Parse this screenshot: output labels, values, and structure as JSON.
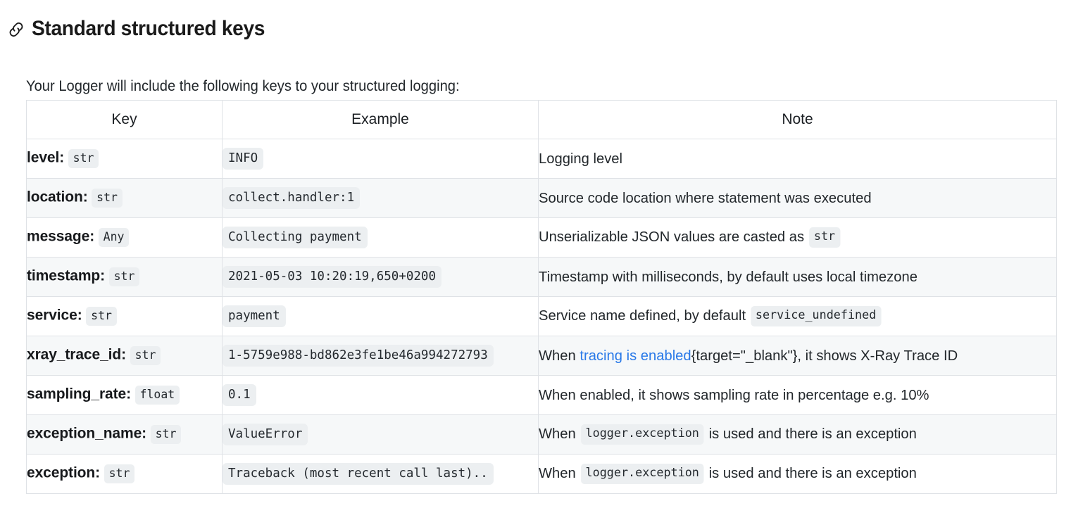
{
  "heading": {
    "icon": "anchor-link-icon",
    "title": "Standard structured keys"
  },
  "intro": "Your Logger will include the following keys to your structured logging:",
  "table": {
    "columns": [
      "Key",
      "Example",
      "Note"
    ],
    "rows": [
      {
        "key_name": "level:",
        "key_type": "str",
        "example": "INFO",
        "note_prefix": "Logging level",
        "note_code": "",
        "note_suffix": ""
      },
      {
        "key_name": "location:",
        "key_type": "str",
        "example": "collect.handler:1",
        "note_prefix": "Source code location where statement was executed",
        "note_code": "",
        "note_suffix": ""
      },
      {
        "key_name": "message:",
        "key_type": "Any",
        "example": "Collecting payment",
        "note_prefix": "Unserializable JSON values are casted as",
        "note_code": "str",
        "note_suffix": ""
      },
      {
        "key_name": "timestamp:",
        "key_type": "str",
        "example": "2021-05-03 10:20:19,650+0200",
        "note_prefix": "Timestamp with milliseconds, by default uses local timezone",
        "note_code": "",
        "note_suffix": ""
      },
      {
        "key_name": "service:",
        "key_type": "str",
        "example": "payment",
        "note_prefix": "Service name defined, by default",
        "note_code": "service_undefined",
        "note_suffix": ""
      },
      {
        "key_name": "xray_trace_id:",
        "key_type": "str",
        "example": "1-5759e988-bd862e3fe1be46a994272793",
        "note_prefix": "When ",
        "note_link": "tracing is enabled",
        "note_code": "",
        "note_suffix": "{target=\"_blank\"}, it shows X-Ray Trace ID"
      },
      {
        "key_name": "sampling_rate:",
        "key_type": "float",
        "example": "0.1",
        "note_prefix": "When enabled, it shows sampling rate in percentage e.g. 10%",
        "note_code": "",
        "note_suffix": ""
      },
      {
        "key_name": "exception_name:",
        "key_type": "str",
        "example": "ValueError",
        "note_prefix": "When",
        "note_code": "logger.exception",
        "note_suffix": "is used and there is an exception"
      },
      {
        "key_name": "exception:",
        "key_type": "str",
        "example": "Traceback (most recent call last)..",
        "note_prefix": "When",
        "note_code": "logger.exception",
        "note_suffix": "is used and there is an exception"
      }
    ]
  },
  "colors": {
    "link": "#2979e8",
    "code_bg": "#eceff1",
    "row_stripe": "#f6f8f9",
    "border": "#dfe2e6",
    "text": "#1b1f23"
  }
}
